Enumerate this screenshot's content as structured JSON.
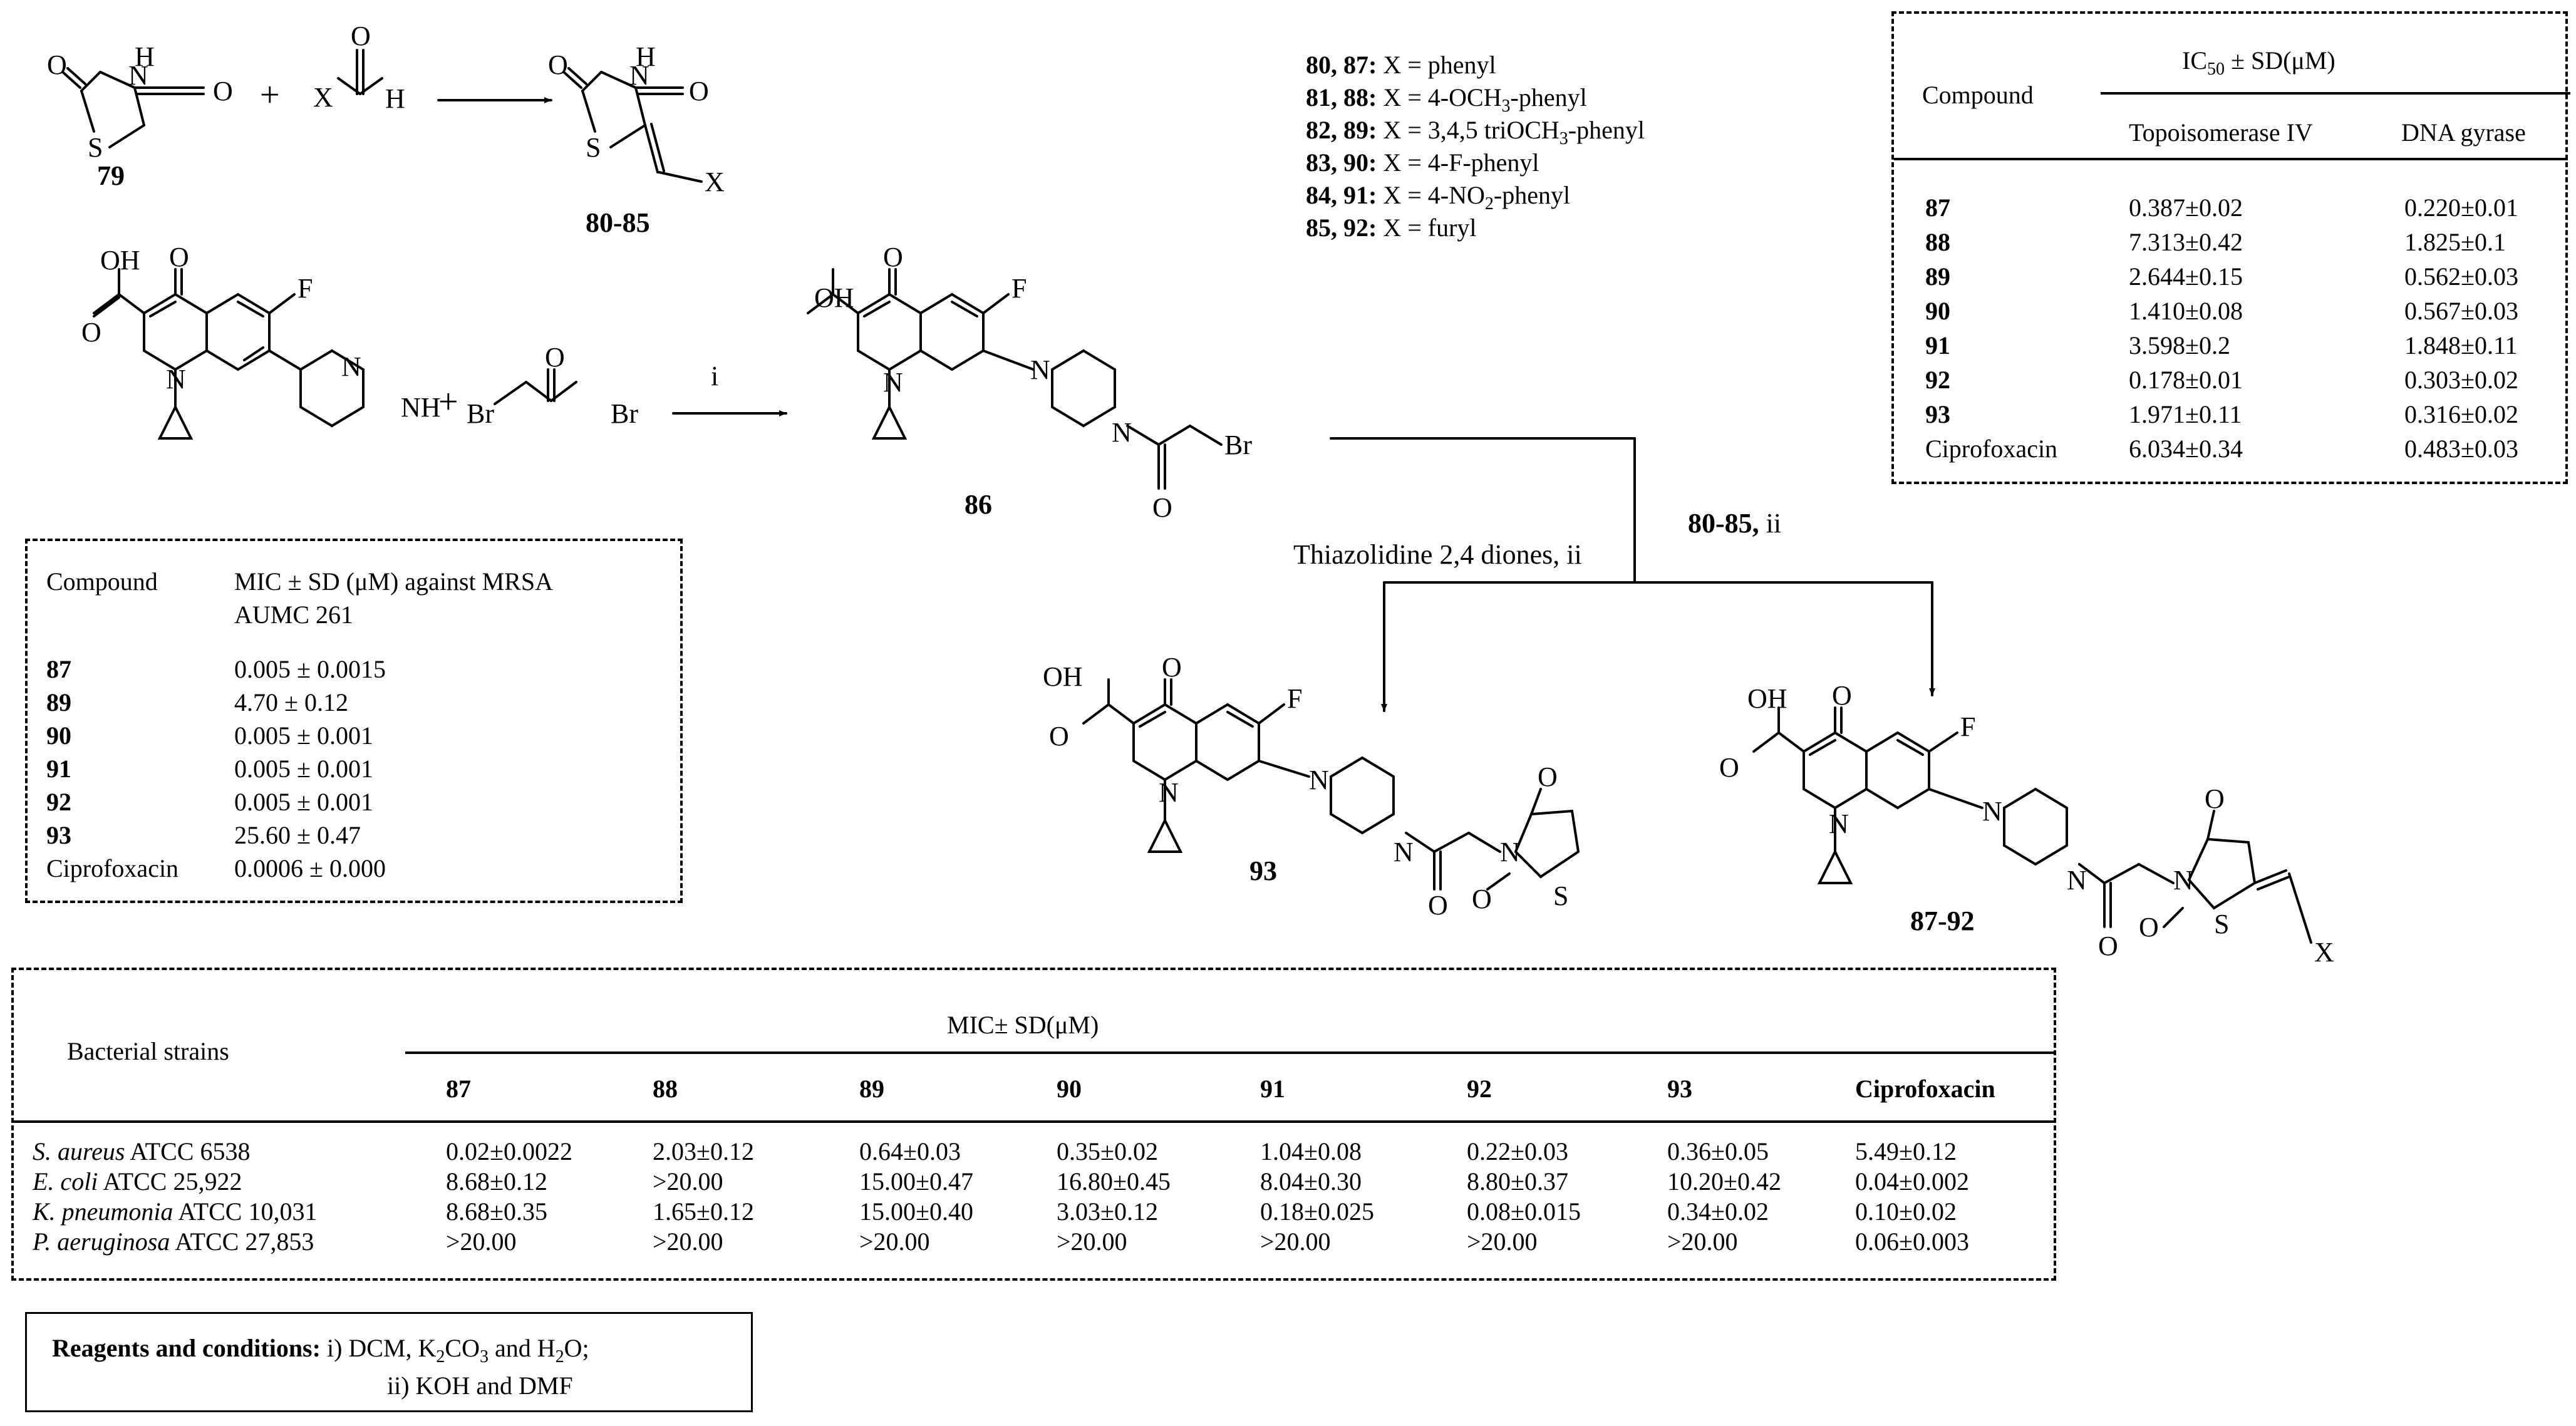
{
  "scheme": {
    "compound_labels": {
      "c79": "79",
      "c80_85": "80-85",
      "c86": "86",
      "c93": "93",
      "c87_92": "87-92"
    },
    "atoms": {
      "O": "O",
      "H": "H",
      "N": "N",
      "S": "S",
      "X": "X",
      "F": "F",
      "Br": "Br",
      "OH": "OH",
      "NH": "NH",
      "plus": "+"
    },
    "arrow_labels": {
      "step_i": "i",
      "thiazolidine_num": "80-85,",
      "thiazolidine_suffix": " ii",
      "thiazolidine_text": "Thiazolidine 2,4 diones, ii"
    }
  },
  "substituent_legend": [
    {
      "compounds": "80,  87:",
      "prefix": "X = phenyl",
      "sub": "",
      "suffix": ""
    },
    {
      "compounds": "81,  88:",
      "prefix": "X = 4-OCH",
      "sub": "3",
      "suffix": "-phenyl"
    },
    {
      "compounds": "82,  89:",
      "prefix": "X = 3,4,5 triOCH",
      "sub": "3",
      "suffix": "-phenyl"
    },
    {
      "compounds": "83,  90:",
      "prefix": "X = 4-F-phenyl",
      "sub": "",
      "suffix": ""
    },
    {
      "compounds": "84,  91:",
      "prefix": "X = 4-NO",
      "sub": "2",
      "suffix": "-phenyl"
    },
    {
      "compounds": "85,  92:",
      "prefix": "X = furyl",
      "sub": "",
      "suffix": ""
    }
  ],
  "ic50_table": {
    "header_compound": "Compound",
    "header_main": "IC",
    "header_main_sub": "50",
    "header_main_rest": " ± SD(μM)",
    "col1": "Topoisomerase IV",
    "col2": "DNA gyrase",
    "rows": [
      {
        "compound": "87",
        "topo": "0.387±0.02",
        "gyrase": "0.220±0.01"
      },
      {
        "compound": "88",
        "topo": "7.313±0.42",
        "gyrase": "1.825±0.1"
      },
      {
        "compound": "89",
        "topo": "2.644±0.15",
        "gyrase": "0.562±0.03"
      },
      {
        "compound": "90",
        "topo": "1.410±0.08",
        "gyrase": "0.567±0.03"
      },
      {
        "compound": "91",
        "topo": "3.598±0.2",
        "gyrase": "1.848±0.11"
      },
      {
        "compound": "92",
        "topo": "0.178±0.01",
        "gyrase": "0.303±0.02"
      },
      {
        "compound": "93",
        "topo": "1.971±0.11",
        "gyrase": "0.316±0.02"
      },
      {
        "compound": "Ciprofoxacin",
        "topo": "6.034±0.34",
        "gyrase": "0.483±0.03"
      }
    ]
  },
  "mrsa_table": {
    "header_compound": "Compound",
    "header_value_1": "MIC ± SD (μM) against MRSA",
    "header_value_2": "AUMC 261",
    "rows": [
      {
        "compound": "87",
        "value": "0.005 ± 0.0015"
      },
      {
        "compound": "89",
        "value": "4.70   ± 0.12"
      },
      {
        "compound": "90",
        "value": "0.005 ± 0.001"
      },
      {
        "compound": "91",
        "value": "0.005 ± 0.001"
      },
      {
        "compound": "92",
        "value": "0.005 ± 0.001"
      },
      {
        "compound": "93",
        "value": "25.60 ± 0.47"
      },
      {
        "compound": "Ciprofoxacin",
        "value": "0.0006 ± 0.000"
      }
    ]
  },
  "mic_table": {
    "header_strains": "Bacterial strains",
    "header_main": "MIC± SD(μM)",
    "columns": [
      "87",
      "88",
      "89",
      "90",
      "91",
      "92",
      "93",
      "Ciprofoxacin"
    ],
    "rows": [
      {
        "species": "S. aureus",
        "strain": " ATCC 6538",
        "values": [
          "0.02±0.0022",
          "2.03±0.12",
          "0.64±0.03",
          "0.35±0.02",
          "1.04±0.08",
          "0.22±0.03",
          "0.36±0.05",
          "5.49±0.12"
        ]
      },
      {
        "species": "E. coli",
        "strain": " ATCC 25,922",
        "values": [
          "8.68±0.12",
          ">20.00",
          "15.00±0.47",
          "16.80±0.45",
          "8.04±0.30",
          "8.80±0.37",
          "10.20±0.42",
          "0.04±0.002"
        ]
      },
      {
        "species": "K. pneumonia",
        "strain": " ATCC 10,031",
        "values": [
          "8.68±0.35",
          "1.65±0.12",
          "15.00±0.40",
          "3.03±0.12",
          "0.18±0.025",
          "0.08±0.015",
          "0.34±0.02",
          "0.10±0.02"
        ]
      },
      {
        "species": "P. aeruginosa",
        "strain": " ATCC 27,853",
        "values": [
          ">20.00",
          ">20.00",
          ">20.00",
          ">20.00",
          ">20.00",
          ">20.00",
          ">20.00",
          "0.06±0.003"
        ]
      }
    ]
  },
  "reagents": {
    "bold_label": "Reagents and conditions:",
    "line1_a": " i) DCM, K",
    "line1_sub1": "2",
    "line1_b": "CO",
    "line1_sub2": "3",
    "line1_c": " and H",
    "line1_sub3": "2",
    "line1_d": "O;",
    "line2": "ii) KOH and DMF"
  }
}
